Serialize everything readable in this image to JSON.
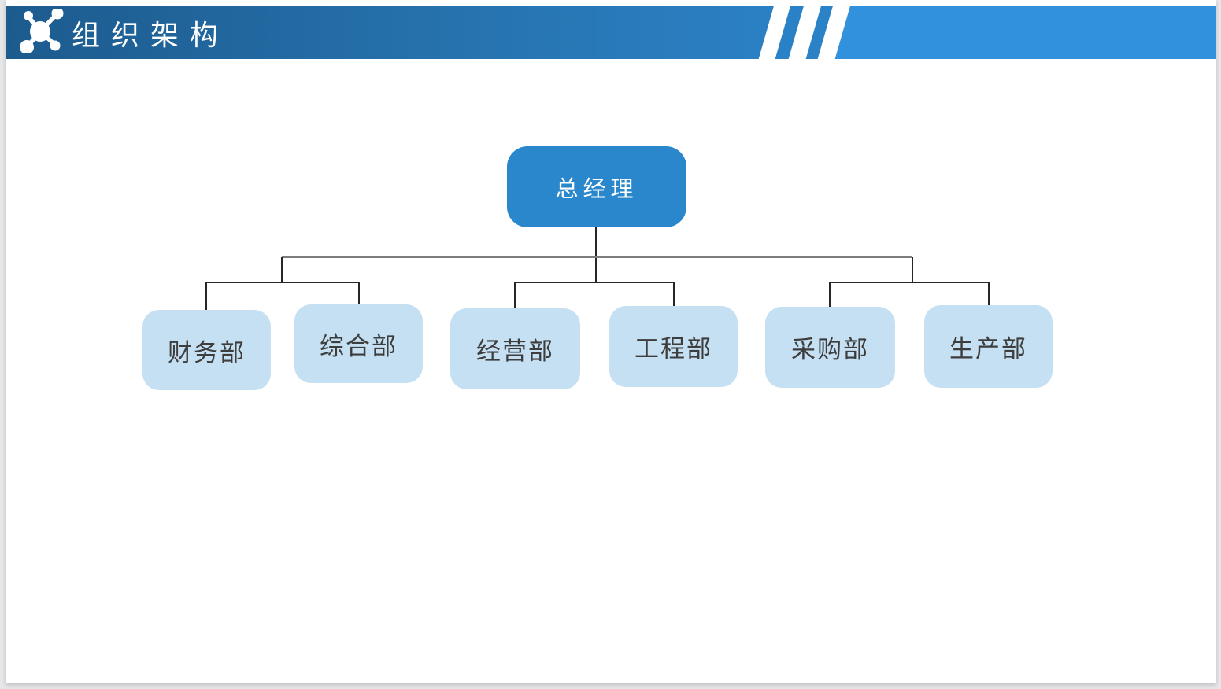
{
  "page": {
    "surround_color": "#e7e7ea",
    "slide_background": "#ffffff"
  },
  "header": {
    "title": "组织架构",
    "icon": "network-nodes-icon",
    "colors": {
      "gradient_start": "#1c5b8e",
      "gradient_end": "#2b81c5",
      "right_band": "#3191dc",
      "stripes": "#ffffff",
      "title_text": "#ffffff"
    }
  },
  "org_chart": {
    "root": {
      "label": "总经理",
      "fill": "#2b87cc",
      "text_color": "#ffffff"
    },
    "departments": [
      {
        "label": "财务部"
      },
      {
        "label": "综合部"
      },
      {
        "label": "经营部"
      },
      {
        "label": "工程部"
      },
      {
        "label": "采购部"
      },
      {
        "label": "生产部"
      }
    ],
    "department_fill": "#c5e0f2",
    "department_text_color": "#3d3d3d",
    "connector_color": "#262626",
    "connector_top_rail_color": "#7d7d7d"
  }
}
